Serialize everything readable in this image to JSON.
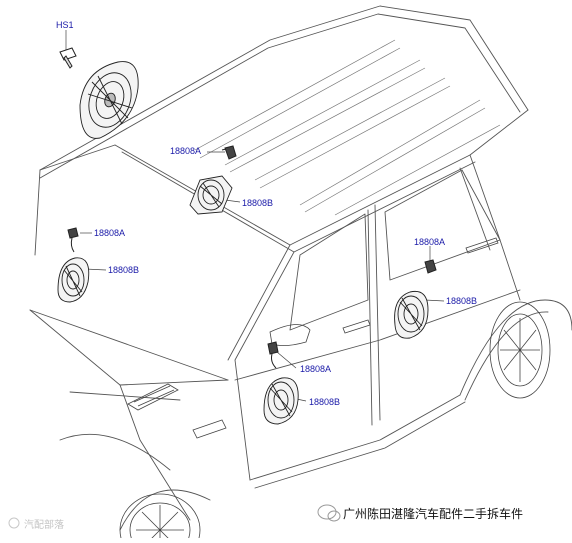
{
  "diagram": {
    "callouts": {
      "hs1": "HS1",
      "a1": "18808A",
      "b1": "18808B",
      "a2": "18808A",
      "b2": "18808B",
      "a3": "18808A",
      "b3": "18808B",
      "a4": "18808A",
      "b4": "18808B"
    },
    "callout_color": "#1a1aa8",
    "line_color": "#555555",
    "part_color": "#222222"
  },
  "watermarks": {
    "bottom_right": "广州陈田湛隆汽车配件二手拆车件",
    "bottom_left": "汽配部落"
  }
}
